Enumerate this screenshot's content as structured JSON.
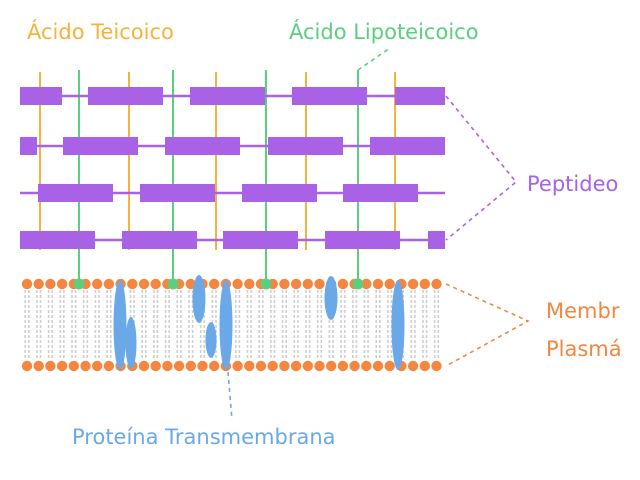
{
  "labels": {
    "teichoic_acid": "Ácido Teicoico",
    "lipoteichoic_acid": "Ácido Lipoteicoico",
    "peptidoglycan": "Peptideo",
    "membrane_line1": "Membr",
    "membrane_line2": "Plasmá",
    "transmembrane_protein": "Proteína Transmembrana"
  },
  "colors": {
    "teichoic": "#f6b23d",
    "lipoteichoic": "#5bcf7f",
    "peptidoglycan": "#a962e6",
    "membrane": "#f4863f",
    "protein": "#6aa8e8",
    "tail": "#cfcfcf"
  },
  "structure": {
    "peptidoglycan_layers": 4,
    "teichoic_acid_strands": 5,
    "lipoteichoic_acid_strands": 4,
    "transmembrane_proteins": 5
  }
}
